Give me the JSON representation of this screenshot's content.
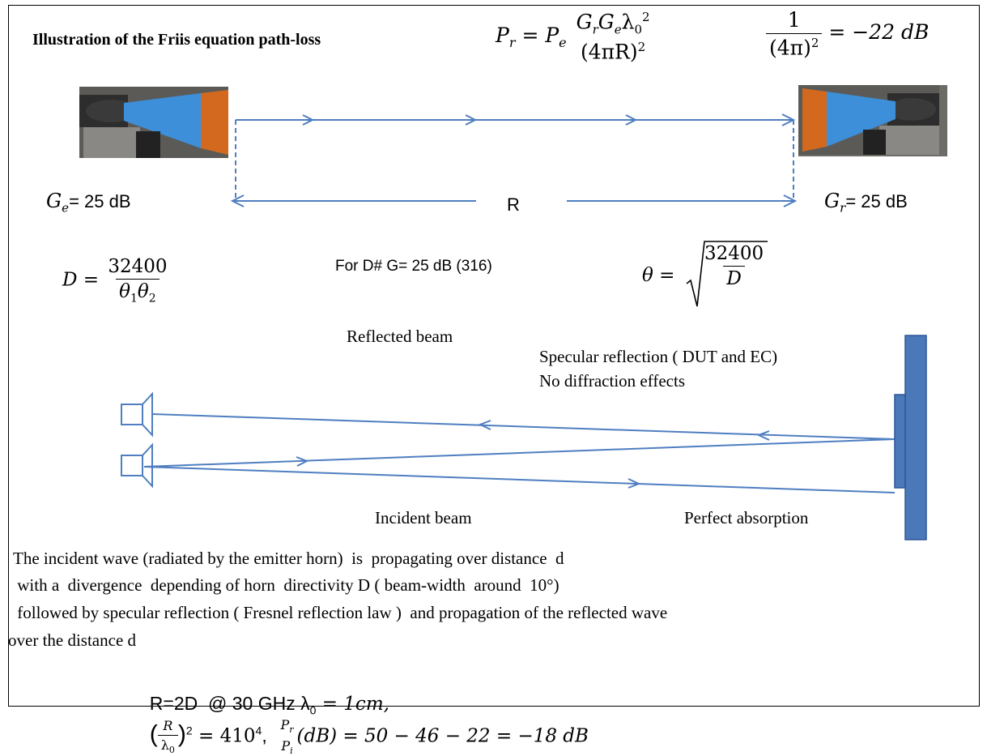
{
  "title": "Illustration of the Friis equation path-loss",
  "formula_friis": {
    "lhs": "P",
    "lhs_sub": "r",
    "eq": "=",
    "pe": "P",
    "pe_sub": "e",
    "num": "G",
    "num_sub_r": "r",
    "num_mid": "G",
    "num_sub_e": "e",
    "num_lambda": "λ",
    "num_sub_0": "0",
    "num_sup": "2",
    "den": "(4πR)",
    "den_sup": "2"
  },
  "formula_db": {
    "num": "1",
    "den": "(4π)",
    "den_sup": "2",
    "rhs": "= −22 dB"
  },
  "emitter_gain": {
    "sym": "G",
    "sub": "e",
    "text": "= 25 dB"
  },
  "receiver_gain": {
    "sym": "G",
    "sub": "r",
    "text": "= 25 dB"
  },
  "distance_label": "R",
  "directivity_formula": {
    "lhs": "D =",
    "num": "32400",
    "den_a": "θ",
    "den_a_sub": "1",
    "den_b": "θ",
    "den_b_sub": "2"
  },
  "d_gain_note": "For D# G= 25 dB (316)",
  "theta_formula": {
    "lhs": "θ =",
    "num": "32400",
    "den": "D"
  },
  "reflected_beam_label": "Reflected beam",
  "specular_label": "Specular reflection ( DUT and EC)",
  "no_diffraction_label": "No diffraction effects",
  "incident_beam_label": "Incident beam",
  "perfect_absorption_label": "Perfect  absorption",
  "description_lines": [
    "The incident wave (radiated by the emitter horn)  is  propagating over distance  d",
    " with a  divergence  depending of horn  directivity D ( beam-width  around  10°)",
    " followed by specular reflection ( Fresnel reflection law )  and propagation of the reflected wave",
    "over the distance d"
  ],
  "bottom_formula": {
    "prefix": "R=2D  @ 30 GHz λ",
    "prefix_sub": "0",
    "eq1": " = 1cm,",
    "frac_num": "R",
    "frac_den": "λ",
    "frac_den_sub": "0",
    "frac_sup": "2",
    "eq2": " = 410",
    "eq2_sup": "4",
    "sep": ",  ",
    "ratio_num": "P",
    "ratio_num_sub": "r",
    "ratio_den": "P",
    "ratio_den_sub": "i",
    "tail": "(dB) = 50 − 46 − 22 = −18 dB"
  },
  "colors": {
    "beam_line": "#4f7ec1",
    "plate_fill": "#4a78b8",
    "plate_stroke": "#2f5597",
    "horn_blue": "#3d8fd9",
    "horn_orange": "#d2691e"
  }
}
